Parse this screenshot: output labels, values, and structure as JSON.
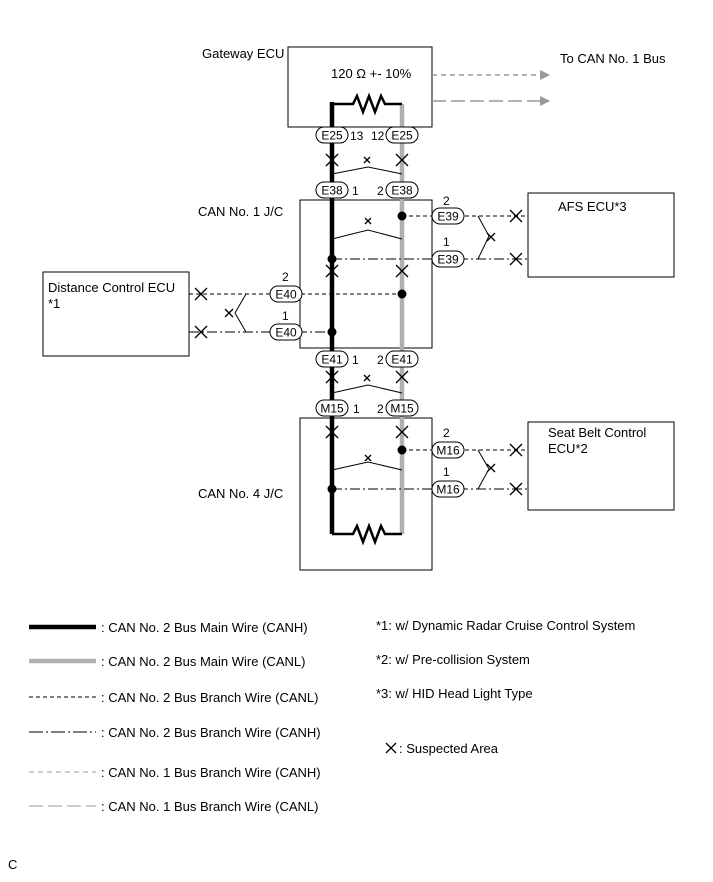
{
  "diagram": {
    "gateway": {
      "title": "Gateway ECU",
      "resistor": "120 Ω +- 10%"
    },
    "to_bus": "To CAN No. 1 Bus",
    "jc1": {
      "title": "CAN No. 1 J/C"
    },
    "jc4": {
      "title": "CAN No. 4 J/C"
    },
    "afs": {
      "title": "AFS ECU*3"
    },
    "distance": {
      "title_line1": "Distance Control ECU",
      "title_line2": "*1"
    },
    "seatbelt": {
      "title_line1": "Seat Belt Control",
      "title_line2": "ECU*2"
    },
    "connectors": {
      "e25": "E25",
      "e38": "E38",
      "e39": "E39",
      "e40": "E40",
      "e41": "E41",
      "m15": "M15",
      "m16": "M16"
    },
    "pins": {
      "p13": "13",
      "p12": "12",
      "p1": "1",
      "p2": "2"
    },
    "corner_mark": "C"
  },
  "legend": {
    "items": [
      {
        "style": "thick-black",
        "label": ": CAN No. 2 Bus Main Wire (CANH)"
      },
      {
        "style": "thick-gray",
        "label": ": CAN No. 2 Bus Main Wire (CANL)"
      },
      {
        "style": "dashed-black",
        "label": ": CAN No. 2 Bus Branch Wire (CANL)"
      },
      {
        "style": "dashdot-black",
        "label": ": CAN No. 2 Bus Branch Wire (CANH)"
      },
      {
        "style": "dashed-gray-short",
        "label": ": CAN No. 1 Bus Branch Wire (CANH)"
      },
      {
        "style": "dashed-gray-long",
        "label": ": CAN No. 1 Bus Branch Wire (CANL)"
      }
    ],
    "notes": [
      "*1: w/ Dynamic Radar Cruise Control System",
      "*2: w/ Pre-collision System",
      "*3: w/ HID Head Light Type"
    ],
    "suspected": ": Suspected Area"
  },
  "colors": {
    "canh": "#000000",
    "canl": "#b0b0b0",
    "can1": "#999999"
  }
}
